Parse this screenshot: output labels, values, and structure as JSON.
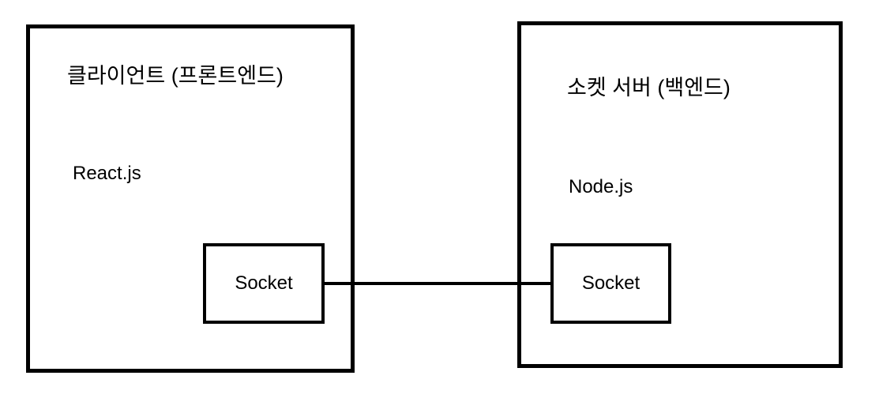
{
  "diagram": {
    "type": "architecture-block-diagram",
    "background_color": "#ffffff",
    "stroke_color": "#000000",
    "nodes": [
      {
        "id": "client",
        "title": "클라이언트 (프론트엔드)",
        "tech": "React.js",
        "socket_label": "Socket"
      },
      {
        "id": "server",
        "title": "소켓 서버 (백엔드)",
        "tech": "Node.js",
        "socket_label": "Socket"
      }
    ],
    "connection": {
      "from": "client-socket",
      "to": "server-socket",
      "style": "solid-line",
      "label": ""
    }
  }
}
